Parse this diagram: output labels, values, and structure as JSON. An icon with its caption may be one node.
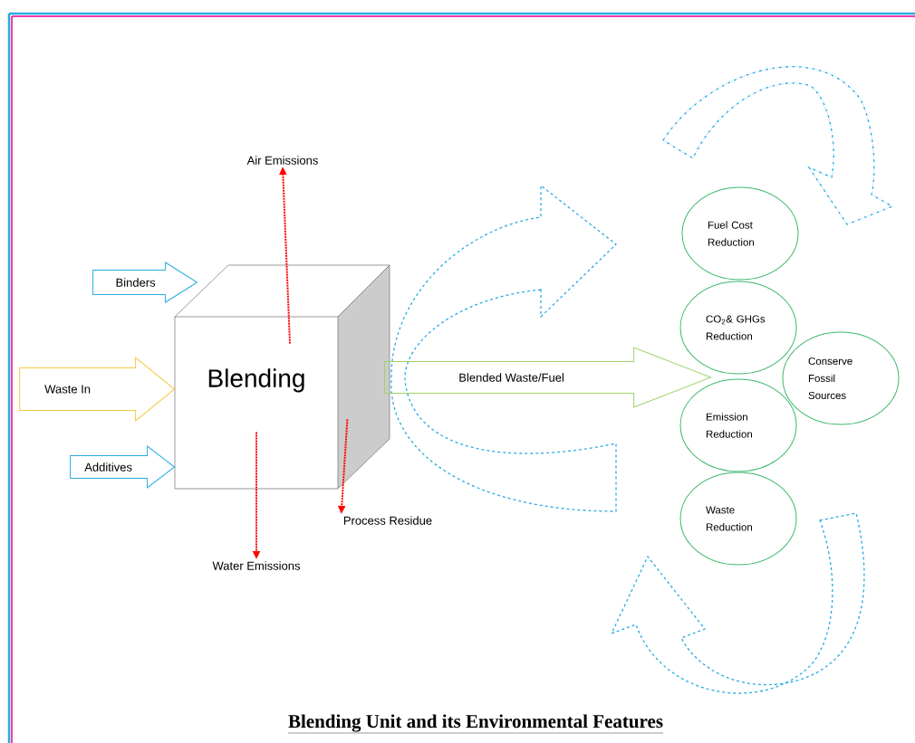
{
  "diagram": {
    "title": "Blending Unit and its Environmental Features",
    "nodes": [
      {
        "text": [
          "Blending"
        ]
      },
      {
        "text": [
          "Air Emissions"
        ]
      },
      {
        "text": [
          "Water Emissions"
        ]
      },
      {
        "text": [
          "Process Residue"
        ]
      },
      {
        "text": [
          "Fuel Cost Reduction"
        ]
      },
      {
        "text": [
          "CO$_{2}$& GHGs Reduction"
        ]
      },
      {
        "text": [
          "Emission Reduction"
        ]
      },
      {
        "text": [
          "Waste Reduction"
        ]
      },
      {
        "text": [
          "Conserve Fossil Sources"
        ]
      }
    ],
    "edges": [
      {
        "from": null,
        "to": 0,
        "arrow": "to",
        "label": "Binders",
        "color": "#29abe2"
      },
      {
        "from": null,
        "to": 0,
        "arrow": "to",
        "label": "Waste In",
        "color": "#f5c842"
      },
      {
        "from": null,
        "to": 0,
        "arrow": "to",
        "label": "Additives",
        "color": "#29abe2"
      },
      {
        "from": 0,
        "to": 1,
        "arrow": "to",
        "style": "dashed",
        "color": "#ff0000"
      },
      {
        "from": 0,
        "to": 2,
        "arrow": "to",
        "style": "dashed",
        "color": "#ff0000"
      },
      {
        "from": 0,
        "to": 3,
        "arrow": "to",
        "style": "dashed",
        "color": "#ff0000"
      },
      {
        "from": 0,
        "to": null,
        "arrow": "to",
        "label": "Blended Waste/Fuel",
        "color": "#9ed36a"
      }
    ]
  }
}
